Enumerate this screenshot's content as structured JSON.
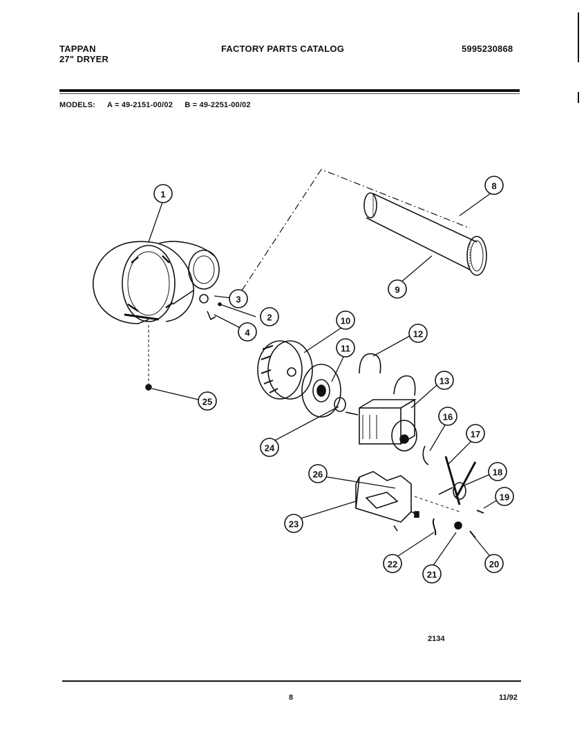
{
  "header": {
    "brand": "TAPPAN",
    "product": "27\" DRYER",
    "title": "FACTORY PARTS CATALOG",
    "catalog_number": "5995230868"
  },
  "models": {
    "label": "MODELS:",
    "a": "A = 49-2151-00/02",
    "b": "B = 49-2251-00/02"
  },
  "diagram": {
    "callouts": [
      "1",
      "2",
      "3",
      "4",
      "8",
      "9",
      "10",
      "11",
      "12",
      "13",
      "16",
      "17",
      "18",
      "19",
      "20",
      "21",
      "22",
      "23",
      "24",
      "25",
      "26"
    ],
    "drawing_code": "2134"
  },
  "footer": {
    "page": "8",
    "date": "11/92"
  }
}
